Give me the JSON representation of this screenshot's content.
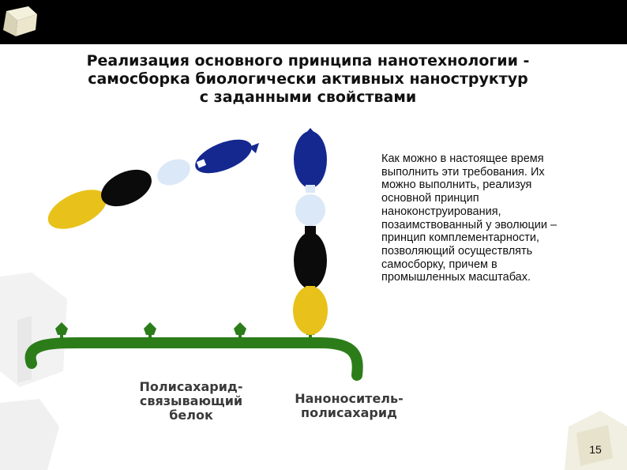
{
  "title": {
    "line1": "Реализация основного принципа нанотехнологии -",
    "line2": "самосборка биологически активных наноструктур",
    "line3": "с заданными свойствами"
  },
  "body_text": [
    "Как можно в настоящее время",
    "выполнить эти требования. Их",
    "можно выполнить, реализуя",
    "основной принцип",
    "наноконструирования,",
    "позаимствованный у эволюции –",
    "принцип комплементарности,",
    "позволяющий осуществлять",
    "самосборку, причем в",
    "промышленных масштабах."
  ],
  "figure": {
    "label_protein": {
      "line1": "Полисахарид-связывающий",
      "line2": "белок"
    },
    "label_carrier": {
      "line1": "Наноноситель-",
      "line2": "полисахарид"
    },
    "colors": {
      "yellow": "#e8c21a",
      "black": "#0b0b0b",
      "light_blue": "#dbe8f7",
      "blue": "#14288f",
      "green": "#2c7d1a"
    }
  },
  "slide_number": "15",
  "theme": {
    "bar_color": "#000000",
    "cube_color": "#ece8d2"
  }
}
